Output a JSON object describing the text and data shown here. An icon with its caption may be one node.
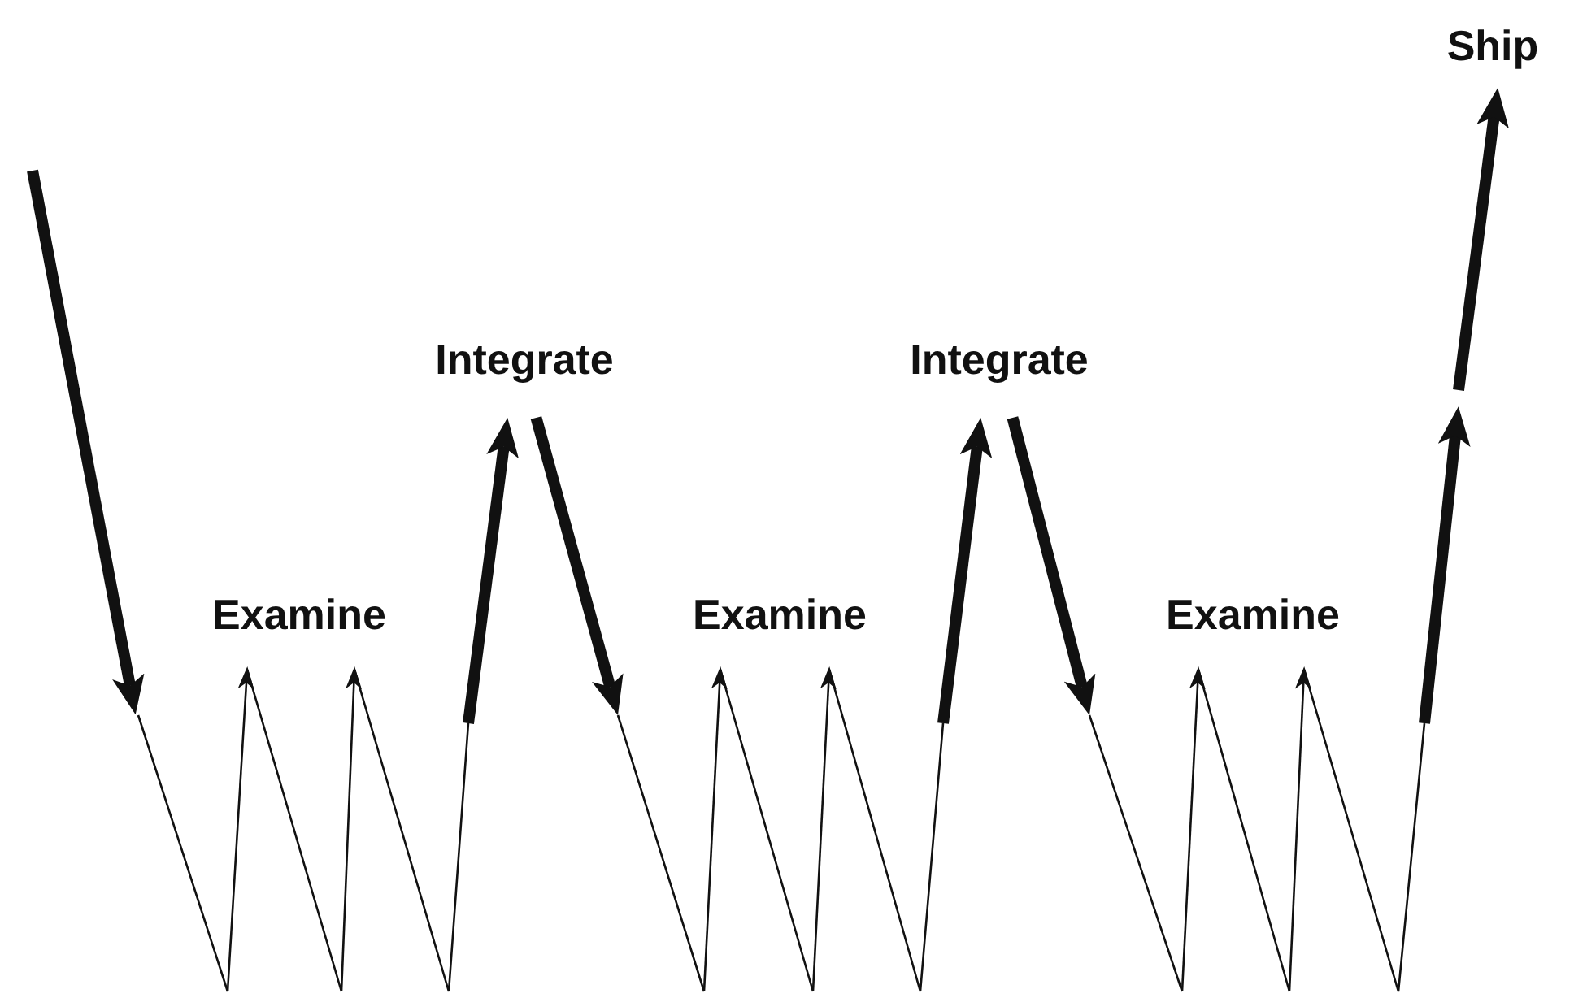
{
  "diagram": {
    "nodes": [
      {
        "text": [
          "Examine"
        ]
      },
      {
        "text": [
          "Integrate"
        ]
      },
      {
        "text": [
          "Examine"
        ]
      },
      {
        "text": [
          "Integrate"
        ]
      },
      {
        "text": [
          "Examine"
        ]
      },
      {
        "text": [
          "Ship"
        ]
      }
    ],
    "edges": [
      {
        "from": null,
        "to": 0,
        "arrow": "to"
      },
      {
        "from": null,
        "to": 0,
        "arrow": "to"
      },
      {
        "from": null,
        "to": 1,
        "arrow": "to",
        "style": "thick"
      },
      {
        "from": 1,
        "to": null,
        "arrow": "to",
        "style": "thick"
      },
      {
        "from": null,
        "to": 2,
        "arrow": "to"
      },
      {
        "from": null,
        "to": 2,
        "arrow": "to"
      },
      {
        "from": null,
        "to": 3,
        "arrow": "to",
        "style": "thick"
      },
      {
        "from": 3,
        "to": null,
        "arrow": "to",
        "style": "thick"
      },
      {
        "from": null,
        "to": 4,
        "arrow": "to"
      },
      {
        "from": null,
        "to": 4,
        "arrow": "to"
      },
      {
        "from": null,
        "to": 5,
        "arrow": "to",
        "style": "thick"
      }
    ]
  }
}
